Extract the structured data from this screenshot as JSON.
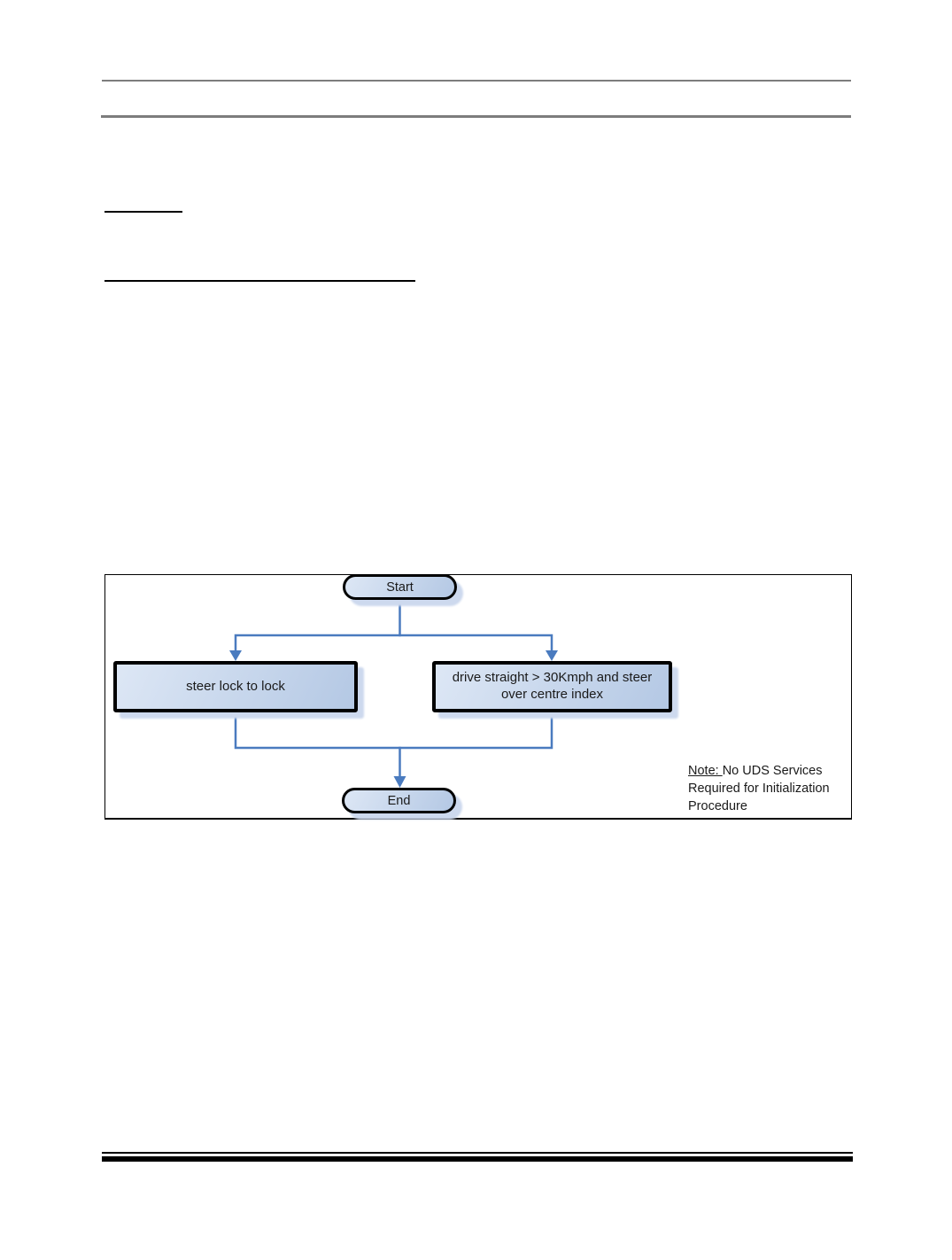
{
  "flowchart": {
    "start_label": "Start",
    "end_label": "End",
    "left_box_label": "steer lock to lock",
    "right_box_label": "drive straight > 30Kmph and steer over centre index",
    "note_label": "Note: ",
    "note_text": "No UDS Services Required for Initialization Procedure"
  },
  "colors": {
    "connector": "#4a7bbf",
    "shape-border": "#000000",
    "shape-fill-light": "#dde7f5",
    "shape-fill-dark": "#b4c8e4",
    "shadow": "#cdd9ee",
    "rule-gray": "#7d7d7d",
    "ink": "#000000",
    "text": "#1a1a1a"
  }
}
